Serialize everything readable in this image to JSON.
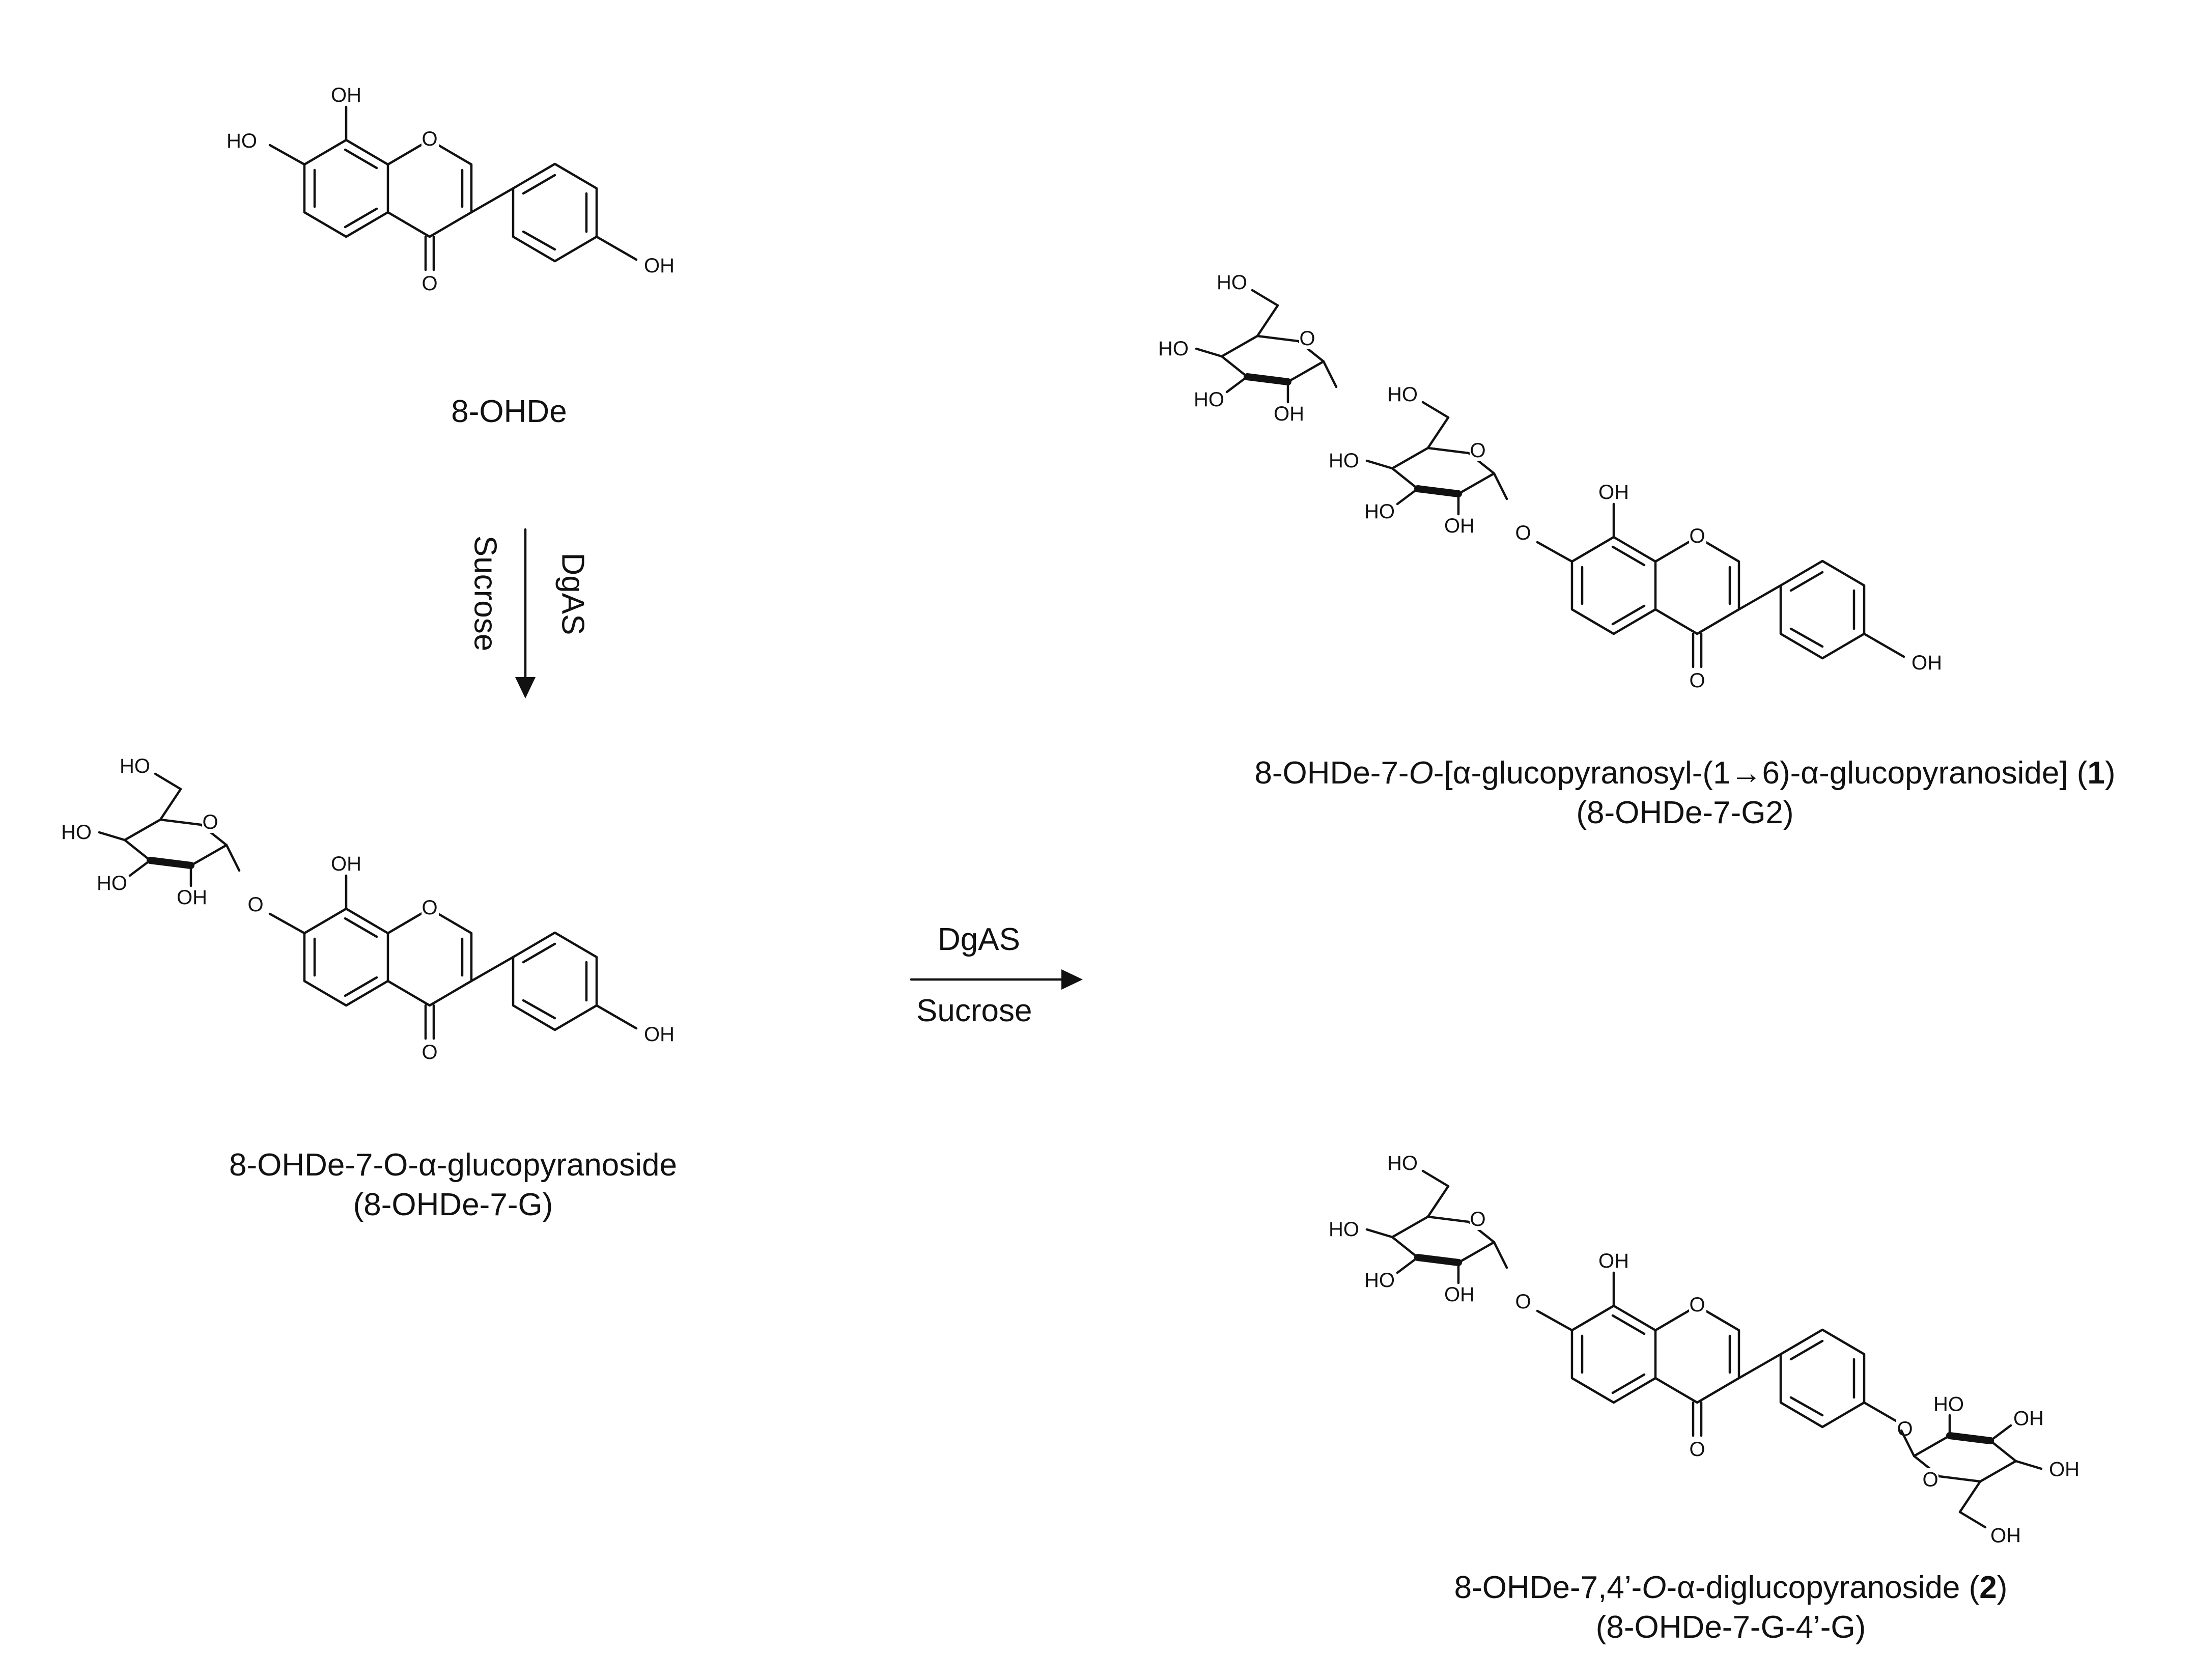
{
  "start": {
    "name": "8-OHDe"
  },
  "step1": {
    "enzyme": "DgAS",
    "substrate": "Sucrose"
  },
  "intermediate": {
    "name": "8-OHDe-7-O-α-glucopyranoside",
    "abbrev": "(8-OHDe-7-G)"
  },
  "step2": {
    "enzyme": "DgAS",
    "substrate": "Sucrose"
  },
  "product1": {
    "name_part1": "8-OHDe-7-",
    "name_italic": "O",
    "name_part2": "-[α-glucopyranosyl-(1→6)-α-glucopyranoside]  (",
    "number": "1",
    "name_part3": ")",
    "abbrev": "(8-OHDe-7-G2)"
  },
  "product2": {
    "name_part1": "8-OHDe-7,4’-",
    "name_italic": "O",
    "name_part2": "-α-diglucopyranoside (",
    "number": "2",
    "name_part3": ")",
    "abbrev": "(8-OHDe-7-G-4’-G)"
  },
  "atom_labels": {
    "OH": "OH",
    "HO": "HO",
    "O": "O"
  },
  "colors": {
    "ink": "#111111",
    "background": "#ffffff"
  }
}
